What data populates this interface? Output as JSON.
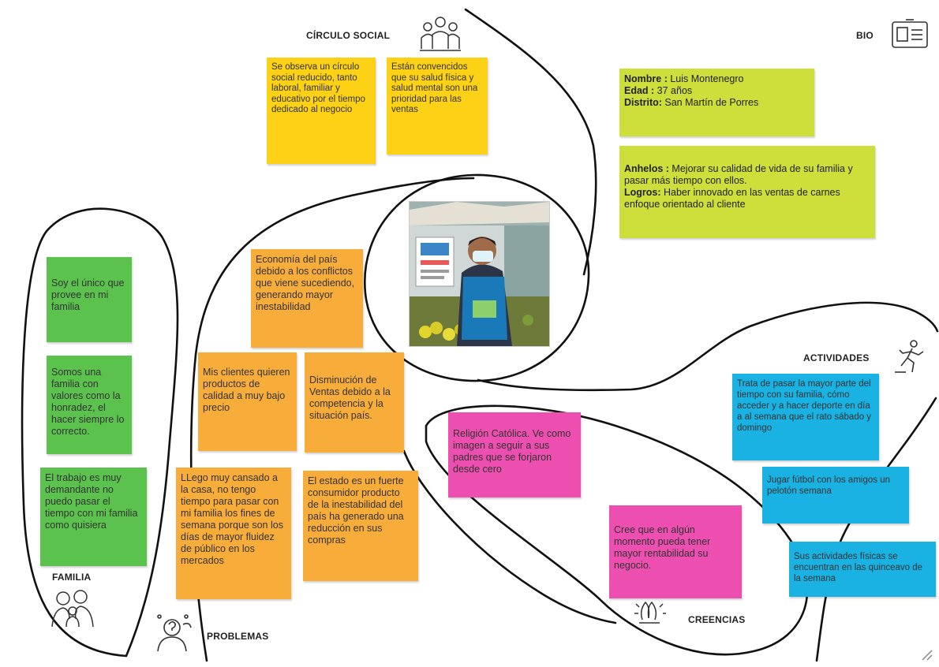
{
  "sections": {
    "circulo_social": "CÍRCULO SOCIAL",
    "bio": "BIO",
    "actividades": "ACTIVIDADES",
    "familia": "FAMILIA",
    "problemas": "PROBLEMAS",
    "creencias": "CREENCIAS"
  },
  "icons": {
    "circulo_social": "group-people-icon",
    "bio": "id-card-icon",
    "actividades": "running-person-icon",
    "familia": "family-icon",
    "problemas": "thinking-person-icon",
    "creencias": "praying-hands-icon"
  },
  "colors": {
    "yellow": "#fcd116",
    "lime": "#cede3a",
    "green": "#5cc24e",
    "orange": "#f8ad3a",
    "pink": "#ec4fb0",
    "blue": "#19b2e3"
  },
  "bio": {
    "name_label": "Nombre :",
    "name_value": " Luis Montenegro",
    "age_label": "Edad :",
    "age_value": " 37 años",
    "district_label": "Distrito:",
    "district_value": " San Martín de Porres",
    "wishes_label": "Anhelos :",
    "wishes_value": " Mejorar su calidad de vida  de su familia y pasar más tiempo con ellos.",
    "achievements_label": "Logros:",
    "achievements_value": " Haber innovado en las ventas de carnes enfoque orientado al cliente"
  },
  "circulo_social_notes": [
    "Se observa un círculo social reducido, tanto laboral, familiar y educativo por el tiempo dedicado al negocio",
    "Están convencidos que su salud física y salud mental son una prioridad para las ventas"
  ],
  "familia_notes": [
    "Soy el único que provee en mi familia",
    "Somos una familia con valores como la honradez, el hacer siempre lo correcto.",
    "El trabajo es muy demandante no puedo pasar el tiempo con mi familia como quisiera"
  ],
  "problemas_notes": [
    "Economía del país debido a los conflictos que viene sucediendo, generando mayor inestabilidad",
    "Mis clientes quieren productos de calidad a muy bajo precio",
    "Disminución de Ventas debido a la competencia y la situación país.",
    "LLego muy cansado a la casa, no tengo tiempo para pasar con mi familia los fines de semana porque son los días de mayor fluidez de público en los mercados",
    "El estado es un fuerte consumidor producto de la inestabilidad del país ha generado una reducción en sus compras"
  ],
  "creencias_notes": [
    "Religión Católica. Ve como imagen a seguir a sus padres que se forjaron desde cero",
    "Cree que en algún momento pueda tener mayor rentabilidad su negocio."
  ],
  "actividades_notes": [
    "Trata de pasar la mayor parte del tiempo con su familia, cómo acceder y a hacer deporte en día a al semana que el rato sábado y domingo",
    "Jugar fútbol con los amigos un pelotón semana",
    "Sus actividades físicas se encuentran en las quinceavo de la semana"
  ]
}
